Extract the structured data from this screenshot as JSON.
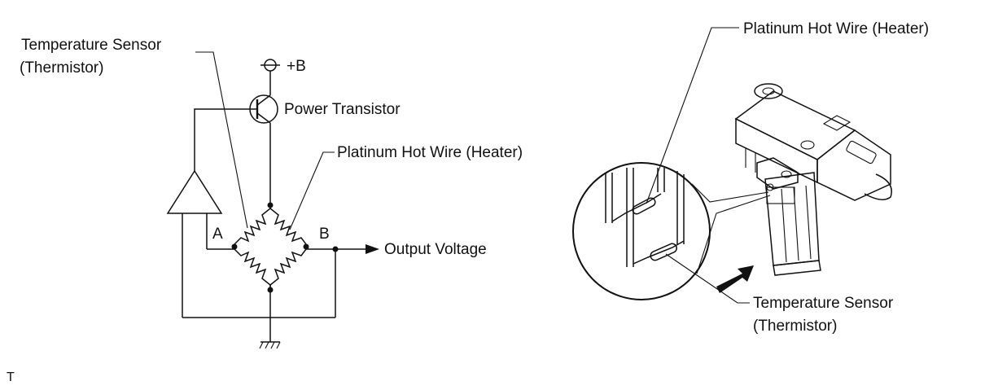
{
  "circuit": {
    "temp_sensor_line1": "Temperature Sensor",
    "temp_sensor_line2": "(Thermistor)",
    "plus_b": "+B",
    "power_transistor": "Power Transistor",
    "hot_wire": "Platinum Hot Wire (Heater)",
    "node_a": "A",
    "node_b": "B",
    "output": "Output Voltage"
  },
  "sensor": {
    "hot_wire": "Platinum Hot Wire (Heater)",
    "temp_sensor_line1": "Temperature Sensor",
    "temp_sensor_line2": "(Thermistor)"
  },
  "figure_code": "T"
}
